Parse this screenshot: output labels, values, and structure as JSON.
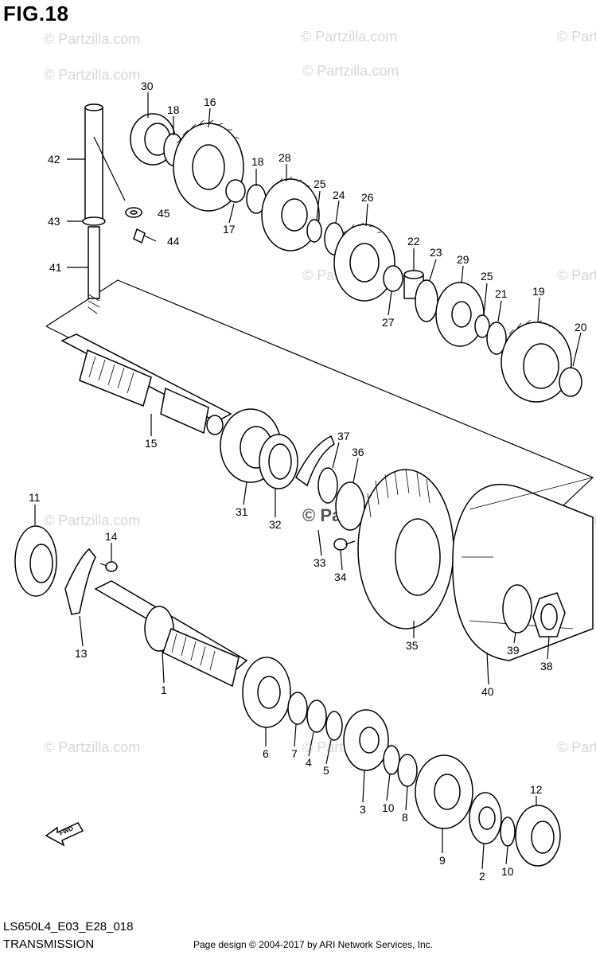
{
  "figure": {
    "title": "FIG.18",
    "model_code": "LS650L4_E03_E28_018",
    "section": "TRANSMISSION",
    "copyright": "Page design © 2004-2017 by ARI Network Services, Inc.",
    "watermark": "© Partzilla.com",
    "fwd_label": "FWD"
  },
  "callouts": [
    "30",
    "18",
    "16",
    "42",
    "45",
    "43",
    "44",
    "41",
    "18",
    "28",
    "17",
    "25",
    "24",
    "26",
    "22",
    "23",
    "29",
    "25",
    "21",
    "19",
    "20",
    "27",
    "15",
    "37",
    "36",
    "31",
    "32",
    "11",
    "14",
    "33",
    "34",
    "13",
    "35",
    "39",
    "38",
    "40",
    "1",
    "6",
    "7",
    "4",
    "5",
    "3",
    "10",
    "8",
    "9",
    "12",
    "2",
    "10"
  ]
}
